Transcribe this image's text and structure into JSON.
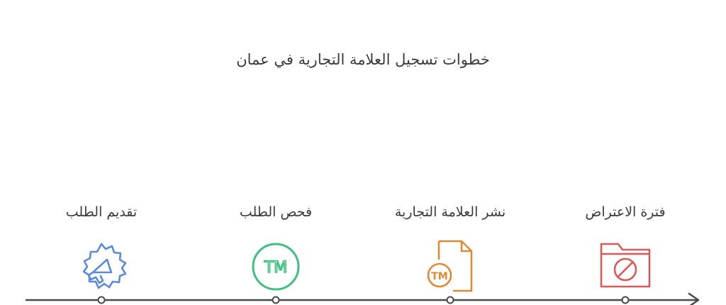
{
  "title": "خطوات تسجيل العلامة التجارية في عمان",
  "steps": [
    {
      "label": "تقديم الطلب",
      "icon": "megaphone-icon",
      "color": "#5b8bd9"
    },
    {
      "label": "فحص الطلب",
      "icon": "trademark-icon",
      "color": "#3fc07f"
    },
    {
      "label": "نشر العلامة التجارية",
      "icon": "trademark-document-icon",
      "color": "#de8a35"
    },
    {
      "label": "فترة الاعتراض",
      "icon": "blocked-folder-icon",
      "color": "#d95a5a"
    }
  ],
  "icon_text": {
    "tm": "TM"
  },
  "colors": {
    "line": "#4a4a4a",
    "text": "#3b3b3b"
  }
}
